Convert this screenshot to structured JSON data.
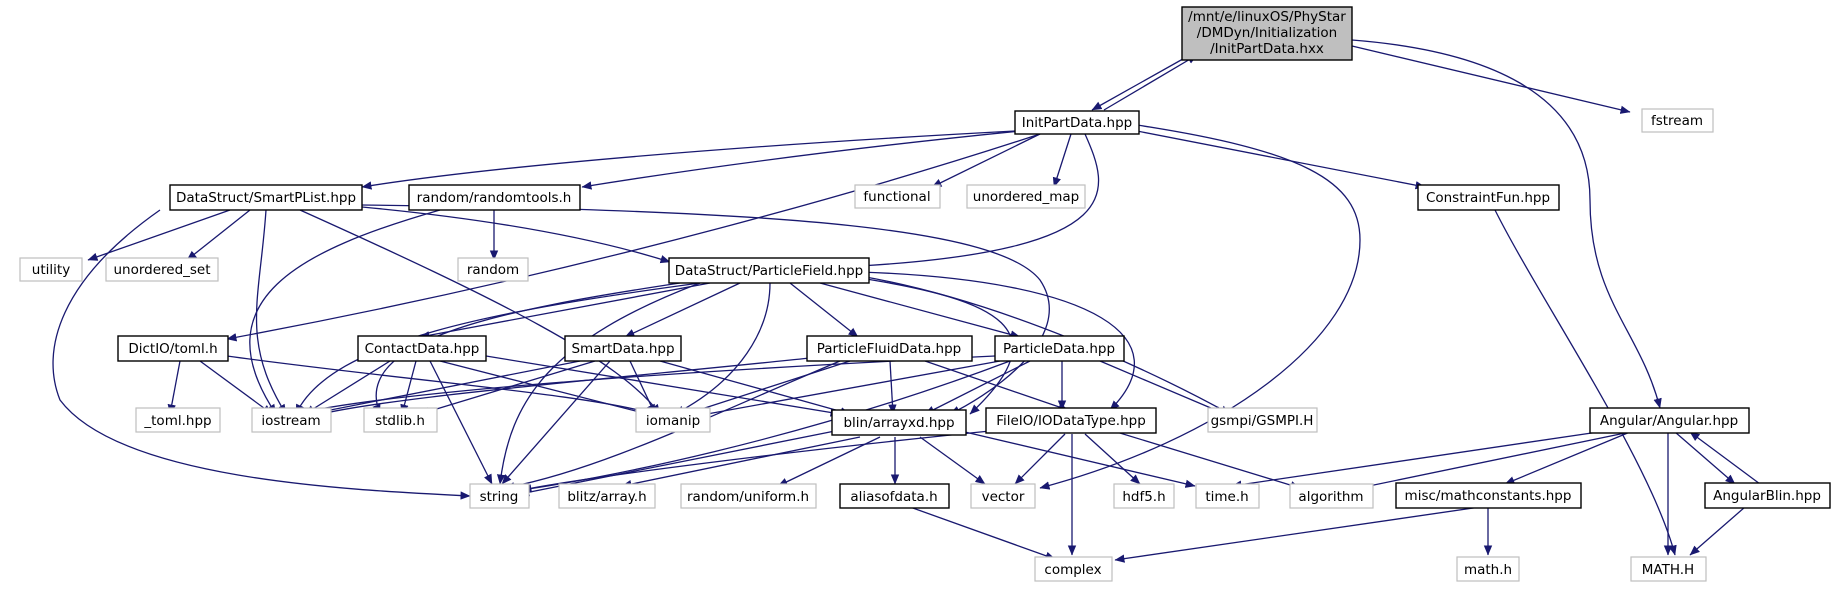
{
  "colors": {
    "edge": "#191970",
    "root_fill": "#bfbfbf",
    "documented_border": "#000000",
    "external_border": "#bfbfbf",
    "external_text": "#555555"
  },
  "nodes": {
    "init_part_data_hxx": {
      "lines": [
        "/mnt/e/linuxOS/PhyStar",
        "/DMDyn/Initialization",
        "/InitPartData.hxx"
      ],
      "kind": "root"
    },
    "init_part_data_hpp": {
      "label": "InitPartData.hpp",
      "kind": "documented"
    },
    "fstream": {
      "label": "fstream",
      "kind": "external"
    },
    "smart_plist": {
      "label": "DataStruct/SmartPList.hpp",
      "kind": "documented"
    },
    "random_tools": {
      "label": "random/randomtools.h",
      "kind": "documented"
    },
    "functional": {
      "label": "functional",
      "kind": "external"
    },
    "unordered_map": {
      "label": "unordered_map",
      "kind": "external"
    },
    "constraint_fun": {
      "label": "ConstraintFun.hpp",
      "kind": "documented"
    },
    "utility": {
      "label": "utility",
      "kind": "external"
    },
    "unordered_set": {
      "label": "unordered_set",
      "kind": "external"
    },
    "random": {
      "label": "random",
      "kind": "external"
    },
    "particle_field": {
      "label": "DataStruct/ParticleField.hpp",
      "kind": "documented"
    },
    "dictio_toml": {
      "label": "DictIO/toml.h",
      "kind": "documented"
    },
    "contact_data": {
      "label": "ContactData.hpp",
      "kind": "documented"
    },
    "smart_data": {
      "label": "SmartData.hpp",
      "kind": "documented"
    },
    "particle_fluid_data": {
      "label": "ParticleFluidData.hpp",
      "kind": "documented"
    },
    "particle_data": {
      "label": "ParticleData.hpp",
      "kind": "documented"
    },
    "angular": {
      "label": "Angular/Angular.hpp",
      "kind": "documented"
    },
    "toml_hpp": {
      "label": "_toml.hpp",
      "kind": "external"
    },
    "iostream": {
      "label": "iostream",
      "kind": "external"
    },
    "stdlib_h": {
      "label": "stdlib.h",
      "kind": "external"
    },
    "iomanip": {
      "label": "iomanip",
      "kind": "external"
    },
    "blin_arrayxd": {
      "label": "blin/arrayxd.hpp",
      "kind": "documented"
    },
    "ioda_type": {
      "label": "FileIO/IODataType.hpp",
      "kind": "documented"
    },
    "gsmpi": {
      "label": "gsmpi/GSMPI.H",
      "kind": "external"
    },
    "string": {
      "label": "string",
      "kind": "external"
    },
    "blitz_array": {
      "label": "blitz/array.h",
      "kind": "external"
    },
    "random_uniform": {
      "label": "random/uniform.h",
      "kind": "external"
    },
    "aliasofdata": {
      "label": "aliasofdata.h",
      "kind": "documented"
    },
    "vector": {
      "label": "vector",
      "kind": "external"
    },
    "hdf5": {
      "label": "hdf5.h",
      "kind": "external"
    },
    "time_h": {
      "label": "time.h",
      "kind": "external"
    },
    "algorithm": {
      "label": "algorithm",
      "kind": "external"
    },
    "mathconstants": {
      "label": "misc/mathconstants.hpp",
      "kind": "documented"
    },
    "angular_blin": {
      "label": "AngularBlin.hpp",
      "kind": "documented"
    },
    "complex": {
      "label": "complex",
      "kind": "external"
    },
    "math_h": {
      "label": "math.h",
      "kind": "external"
    },
    "math_H": {
      "label": "MATH.H",
      "kind": "external"
    }
  }
}
